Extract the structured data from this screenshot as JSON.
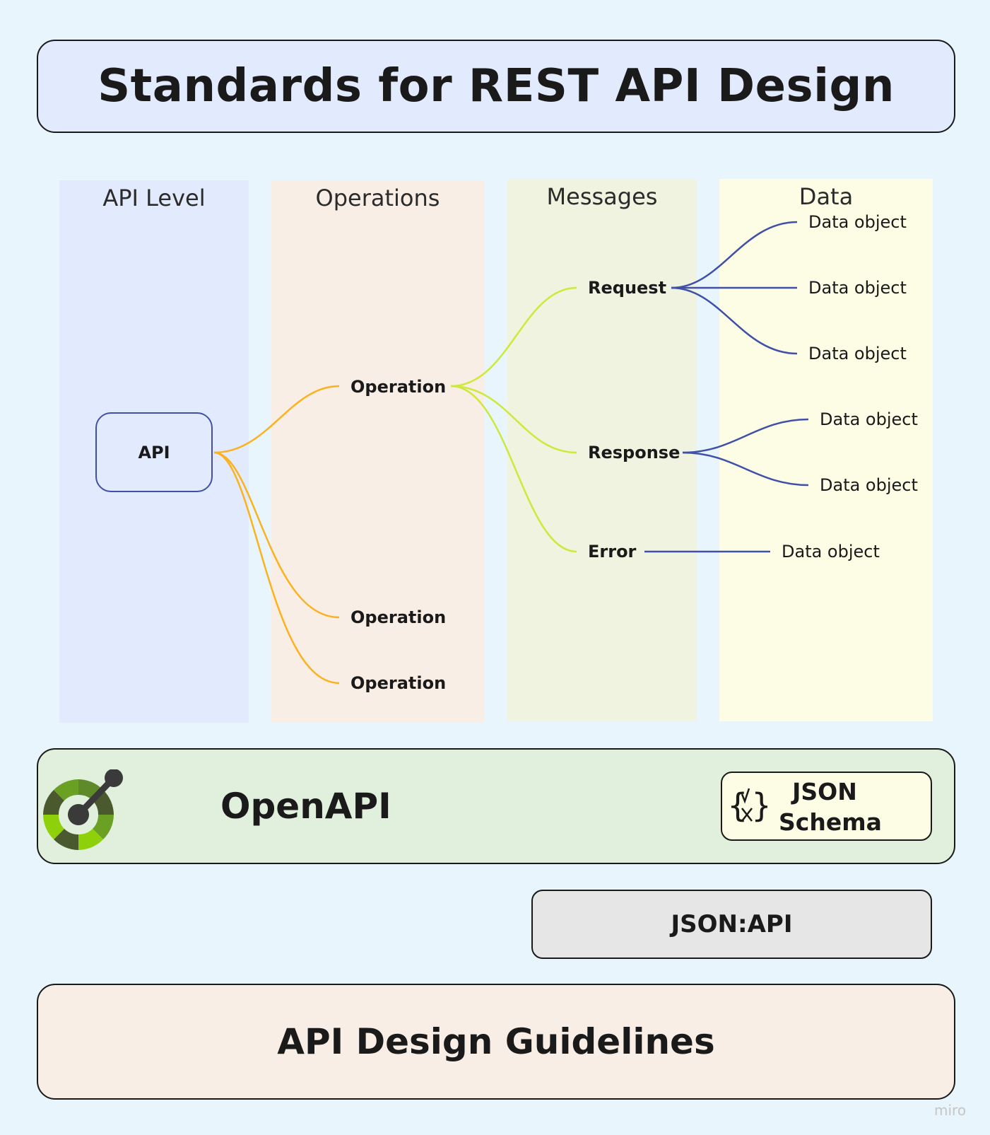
{
  "title": "Standards for REST API Design",
  "columns": {
    "api_level": "API Level",
    "operations": "Operations",
    "messages": "Messages",
    "data": "Data"
  },
  "nodes": {
    "api": "API",
    "operations": [
      "Operation",
      "Operation",
      "Operation"
    ],
    "request": "Request",
    "response": "Response",
    "error": "Error",
    "data_objects": [
      "Data object",
      "Data object",
      "Data object",
      "Data object",
      "Data object",
      "Data object"
    ]
  },
  "openapi": {
    "label": "OpenAPI",
    "json_schema": "JSON Schema"
  },
  "jsonapi": "JSON:API",
  "guidelines": "API Design Guidelines",
  "watermark": "miro",
  "colors": {
    "background": "#e8f5fd",
    "api_link": "#fbb21f",
    "message_link": "#cde93a",
    "data_link": "#4050a8"
  },
  "icons": [
    "openapi-logo-icon",
    "json-schema-icon"
  ]
}
